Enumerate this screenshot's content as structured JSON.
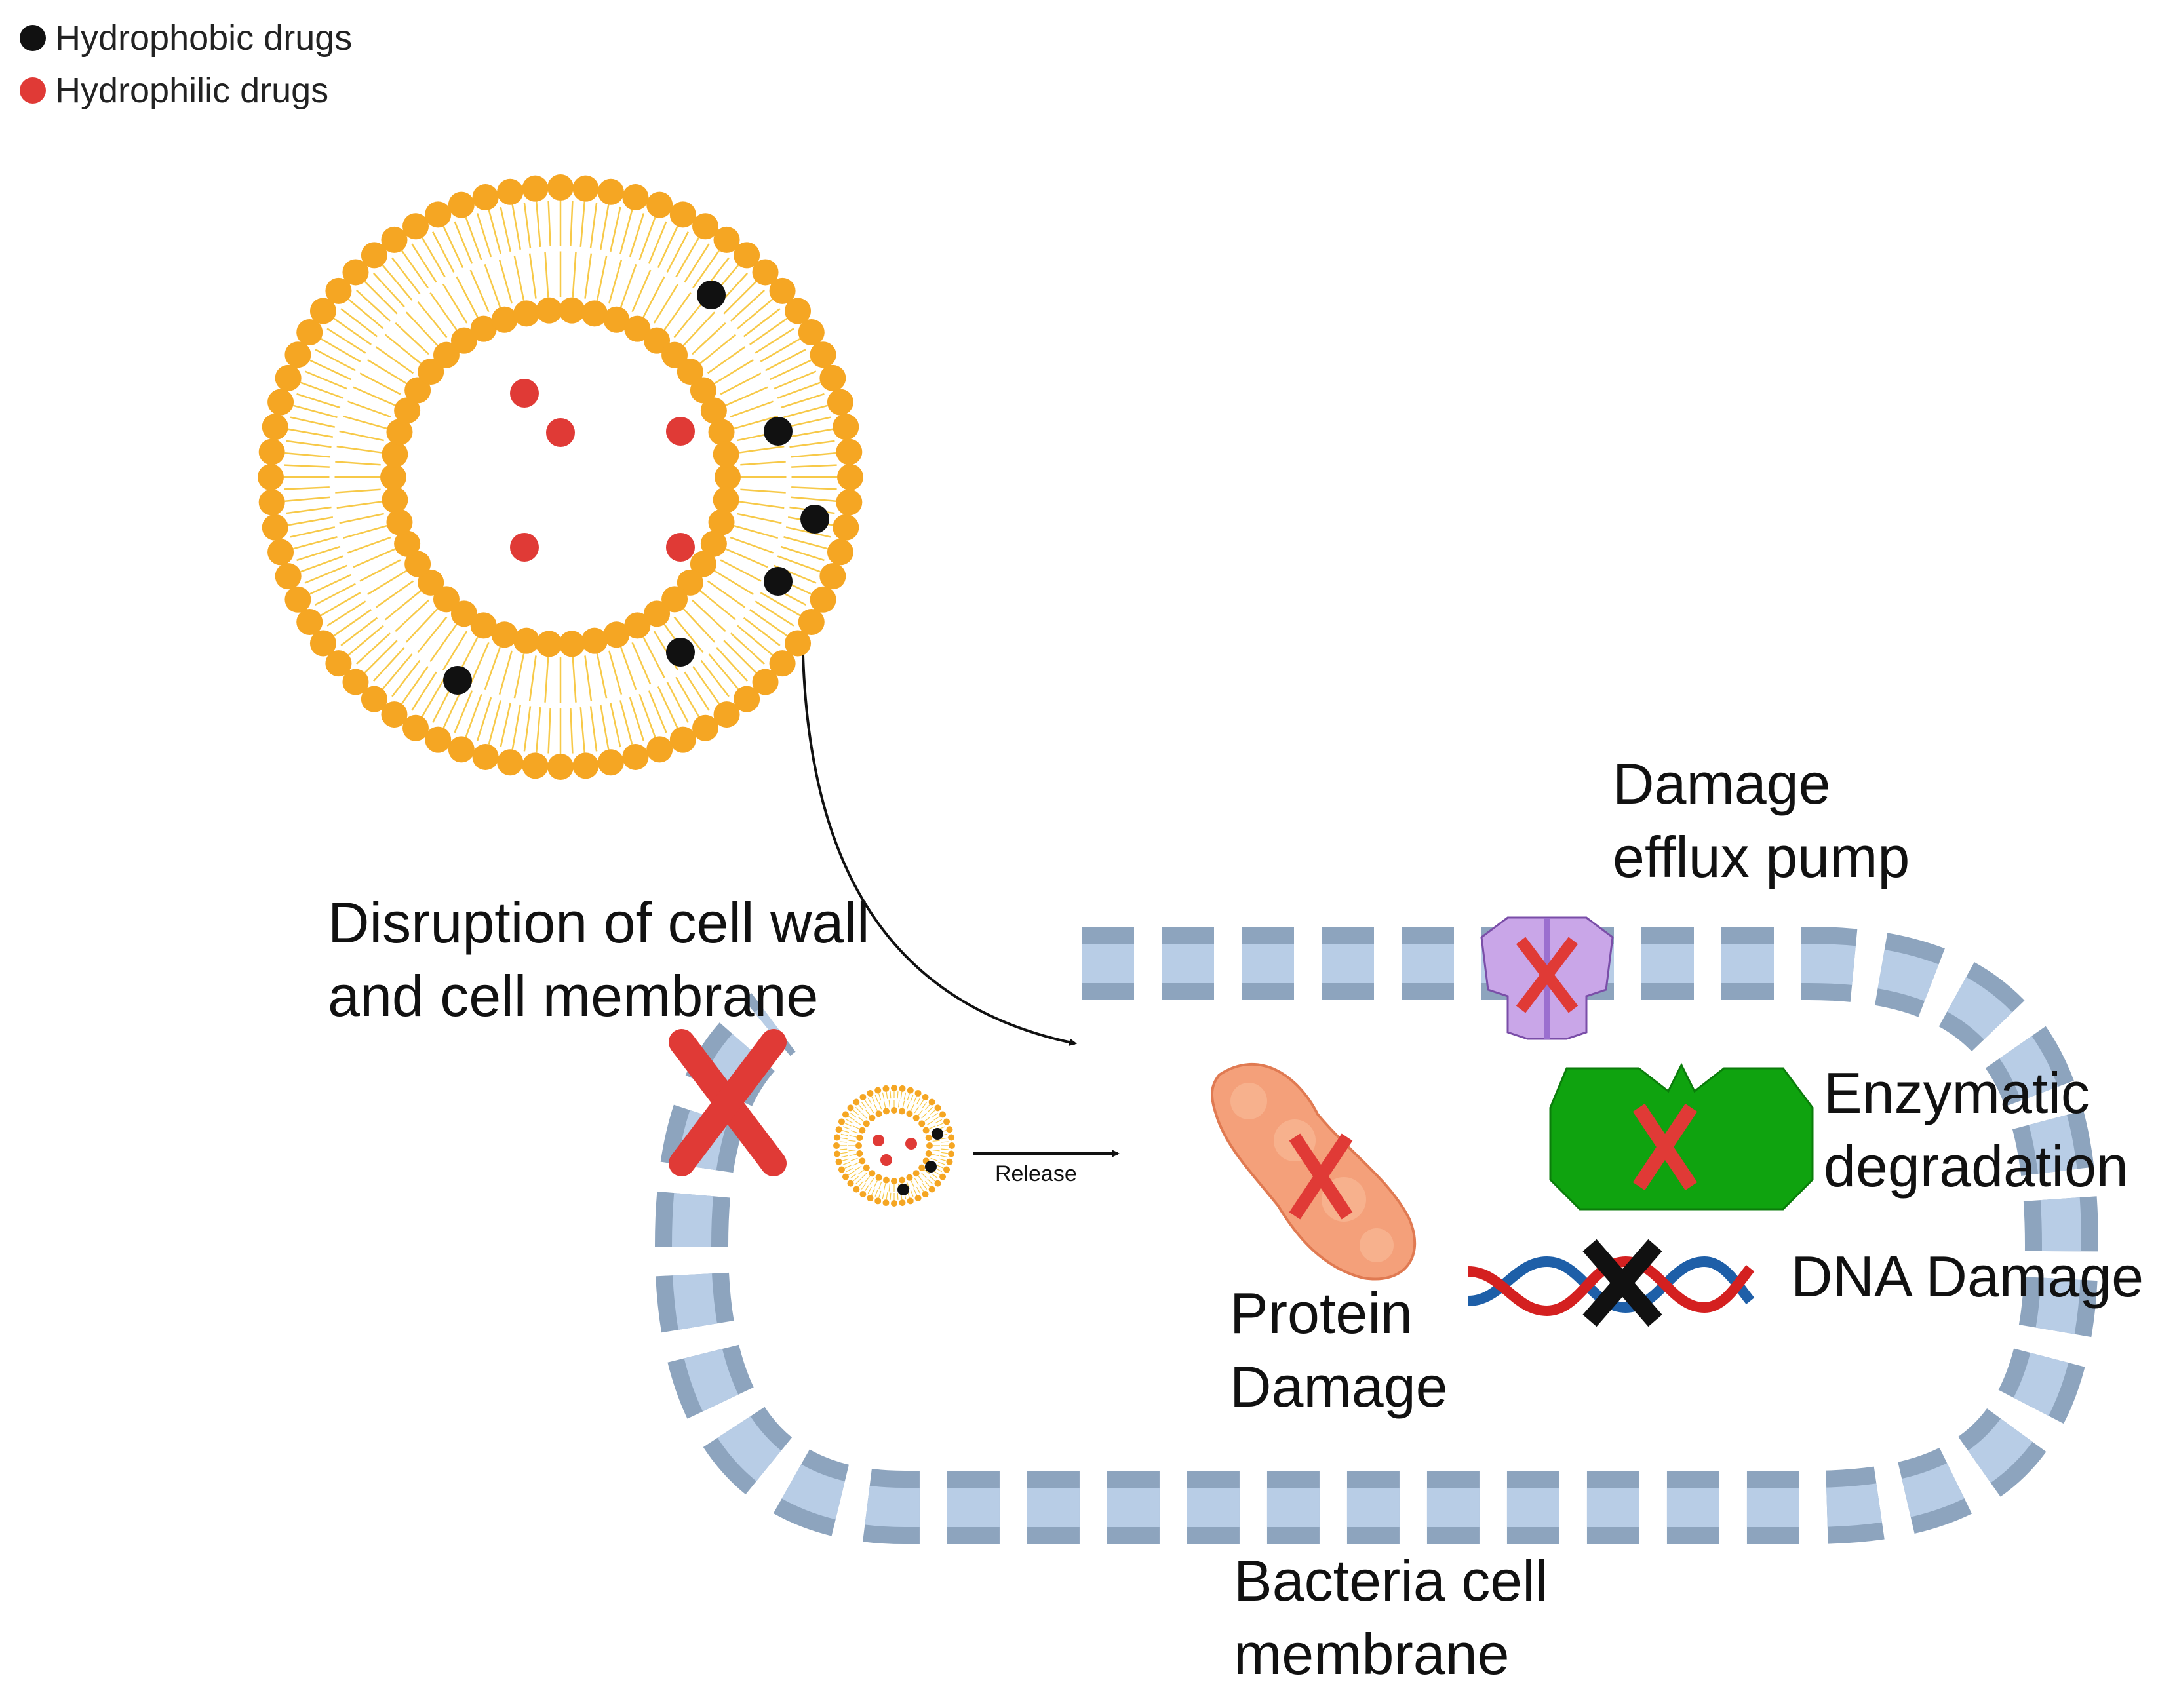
{
  "legend": {
    "items": [
      {
        "label": "Hydrophobic drugs",
        "color": "#111111"
      },
      {
        "label": "Hydrophilic drugs",
        "color": "#e03a36"
      }
    ]
  },
  "labels": {
    "disruption": [
      "Disruption of cell wall",
      "and cell membrane"
    ],
    "efflux": [
      "Damage",
      "efflux pump"
    ],
    "enzymatic": [
      "Enzymatic",
      "degradation"
    ],
    "dna": "DNA Damage",
    "protein": [
      "Protein",
      "Damage"
    ],
    "membrane": [
      "Bacteria cell",
      "membrane"
    ],
    "release": "Release"
  },
  "colors": {
    "lipid_head": "#f5a623",
    "lipid_tail": "#f7c948",
    "membrane_segment": "#b8cde6",
    "membrane_outline": "#8da4be",
    "cross_red": "#e03a36",
    "cross_black": "#111111",
    "enzyme": "#0fa30f",
    "pump": "#c9a6e8",
    "protein": "#f4a07a",
    "dna_red": "#d42020",
    "dna_blue": "#1e5fa8"
  }
}
